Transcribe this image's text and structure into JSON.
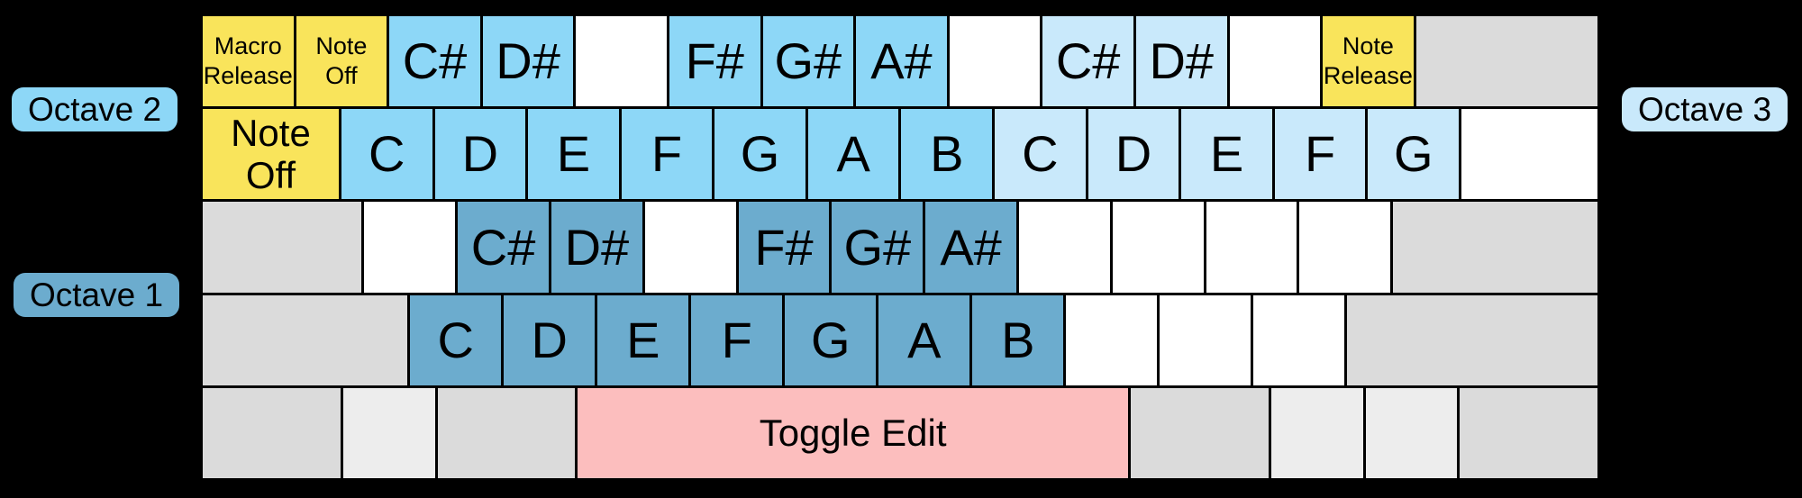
{
  "palette": {
    "background": "#000000",
    "key_border": "#000000",
    "text": "#000000",
    "yellow": "#F9E45B",
    "octave2": "#8DD7F7",
    "octave3": "#C9E9FB",
    "octave1": "#6CACCE",
    "pink": "#FCBEBE",
    "gray": "#DBDBDB",
    "gray_light": "#EDEDED",
    "white": "#FFFFFF"
  },
  "labels": {
    "octave1": "Octave 1",
    "octave2": "Octave 2",
    "octave3": "Octave 3"
  },
  "keyboard": {
    "rows": [
      {
        "keys": [
          {
            "label": "Macro\nRelease",
            "color": "yellow",
            "w": 1,
            "size": "sm"
          },
          {
            "label": "Note\nOff",
            "color": "yellow",
            "w": 1,
            "size": "sm"
          },
          {
            "label": "C#",
            "color": "octave2",
            "w": 1
          },
          {
            "label": "D#",
            "color": "octave2",
            "w": 1
          },
          {
            "label": "",
            "color": "white",
            "w": 1
          },
          {
            "label": "F#",
            "color": "octave2",
            "w": 1
          },
          {
            "label": "G#",
            "color": "octave2",
            "w": 1
          },
          {
            "label": "A#",
            "color": "octave2",
            "w": 1
          },
          {
            "label": "",
            "color": "white",
            "w": 1
          },
          {
            "label": "C#",
            "color": "octave3",
            "w": 1
          },
          {
            "label": "D#",
            "color": "octave3",
            "w": 1
          },
          {
            "label": "",
            "color": "white",
            "w": 1
          },
          {
            "label": "Note\nRelease",
            "color": "yellow",
            "w": 1,
            "size": "sm"
          },
          {
            "label": "",
            "color": "gray",
            "w": 2
          }
        ]
      },
      {
        "keys": [
          {
            "label": "Note\nOff",
            "color": "yellow",
            "w": 1.5,
            "size": "md"
          },
          {
            "label": "C",
            "color": "octave2",
            "w": 1
          },
          {
            "label": "D",
            "color": "octave2",
            "w": 1
          },
          {
            "label": "E",
            "color": "octave2",
            "w": 1
          },
          {
            "label": "F",
            "color": "octave2",
            "w": 1
          },
          {
            "label": "G",
            "color": "octave2",
            "w": 1
          },
          {
            "label": "A",
            "color": "octave2",
            "w": 1
          },
          {
            "label": "B",
            "color": "octave2",
            "w": 1
          },
          {
            "label": "C",
            "color": "octave3",
            "w": 1
          },
          {
            "label": "D",
            "color": "octave3",
            "w": 1
          },
          {
            "label": "E",
            "color": "octave3",
            "w": 1
          },
          {
            "label": "F",
            "color": "octave3",
            "w": 1
          },
          {
            "label": "G",
            "color": "octave3",
            "w": 1
          },
          {
            "label": "",
            "color": "white",
            "w": 1.5
          }
        ]
      },
      {
        "keys": [
          {
            "label": "",
            "color": "gray",
            "w": 1.75
          },
          {
            "label": "",
            "color": "white",
            "w": 1
          },
          {
            "label": "C#",
            "color": "octave1",
            "w": 1
          },
          {
            "label": "D#",
            "color": "octave1",
            "w": 1
          },
          {
            "label": "",
            "color": "white",
            "w": 1
          },
          {
            "label": "F#",
            "color": "octave1",
            "w": 1
          },
          {
            "label": "G#",
            "color": "octave1",
            "w": 1
          },
          {
            "label": "A#",
            "color": "octave1",
            "w": 1
          },
          {
            "label": "",
            "color": "white",
            "w": 1
          },
          {
            "label": "",
            "color": "white",
            "w": 1
          },
          {
            "label": "",
            "color": "white",
            "w": 1
          },
          {
            "label": "",
            "color": "white",
            "w": 1
          },
          {
            "label": "",
            "color": "gray",
            "w": 2.25
          }
        ]
      },
      {
        "keys": [
          {
            "label": "",
            "color": "gray",
            "w": 2.25
          },
          {
            "label": "C",
            "color": "octave1",
            "w": 1
          },
          {
            "label": "D",
            "color": "octave1",
            "w": 1
          },
          {
            "label": "E",
            "color": "octave1",
            "w": 1
          },
          {
            "label": "F",
            "color": "octave1",
            "w": 1
          },
          {
            "label": "G",
            "color": "octave1",
            "w": 1
          },
          {
            "label": "A",
            "color": "octave1",
            "w": 1
          },
          {
            "label": "B",
            "color": "octave1",
            "w": 1
          },
          {
            "label": "",
            "color": "white",
            "w": 1
          },
          {
            "label": "",
            "color": "white",
            "w": 1
          },
          {
            "label": "",
            "color": "white",
            "w": 1
          },
          {
            "label": "",
            "color": "gray",
            "w": 2.75
          }
        ]
      },
      {
        "keys": [
          {
            "label": "",
            "color": "gray",
            "w": 1.5
          },
          {
            "label": "",
            "color": "gray_light",
            "w": 1
          },
          {
            "label": "",
            "color": "gray",
            "w": 1.5
          },
          {
            "label": "Toggle Edit",
            "color": "pink",
            "w": 6,
            "size": "md"
          },
          {
            "label": "",
            "color": "gray",
            "w": 1.5
          },
          {
            "label": "",
            "color": "gray_light",
            "w": 1
          },
          {
            "label": "",
            "color": "gray_light",
            "w": 1
          },
          {
            "label": "",
            "color": "gray",
            "w": 1.5
          }
        ]
      }
    ]
  }
}
